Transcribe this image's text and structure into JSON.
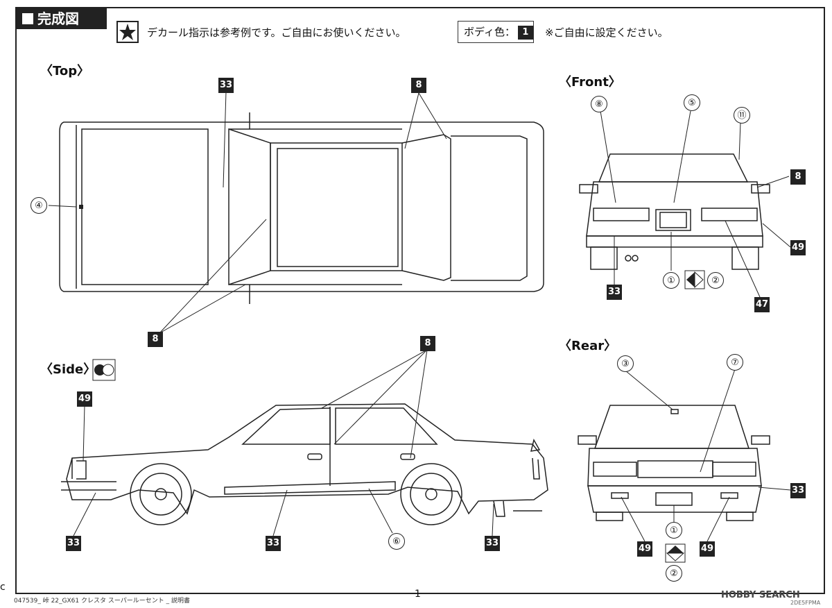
{
  "header": {
    "title": "完成図",
    "decal_note": "デカール指示は参考例です。ご自由にお使いください。",
    "body_color_label": "ボディ色：",
    "body_color_number": "1",
    "free_setting_note": "※ご自由に設定ください。"
  },
  "views": {
    "top": "〈Top〉",
    "front": "〈Front〉",
    "side": "〈Side〉",
    "rear": "〈Rear〉"
  },
  "top_view": {
    "badge_33": "33",
    "badge_8_top": "8",
    "badge_8_bottom": "8",
    "callout_4": "④"
  },
  "front_view": {
    "callout_8": "⑧",
    "callout_5": "⑤",
    "callout_11": "⑪",
    "badge_8": "8",
    "badge_49": "49",
    "badge_33": "33",
    "badge_47": "47",
    "callout_1": "①",
    "callout_2": "②"
  },
  "side_view": {
    "badge_8": "8",
    "badge_49": "49",
    "badge_33_front": "33",
    "badge_33_mid": "33",
    "badge_33_rear": "33",
    "callout_6": "⑥"
  },
  "rear_view": {
    "callout_3": "③",
    "callout_7": "⑦",
    "badge_33": "33",
    "callout_1": "①",
    "callout_2": "②",
    "badge_49_left": "49",
    "badge_49_right": "49"
  },
  "footer": {
    "file_info": "047539_ 峠 22_GX61 クレスタ スーパールーセント _ 説明書",
    "page_number": "1",
    "watermark": "HOBBY SEARCH",
    "code": "2DE5FPMA",
    "corner_mark": "c"
  },
  "colors": {
    "ink": "#222222",
    "paper": "#ffffff"
  }
}
